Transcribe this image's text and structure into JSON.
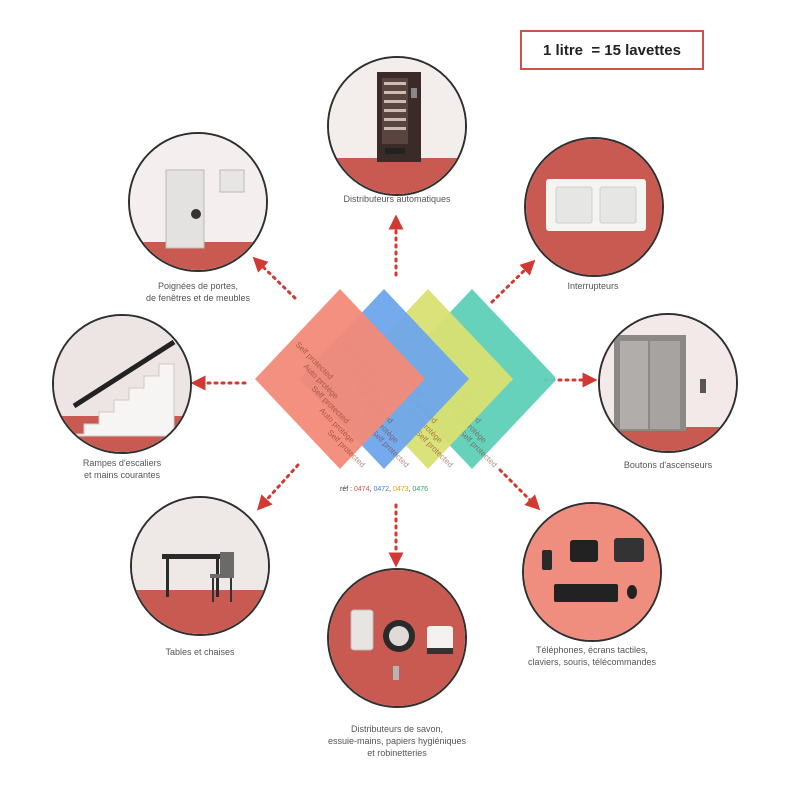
{
  "badge": {
    "text": "1 litre  = 15 lavettes"
  },
  "center": {
    "reference": {
      "prefix": "réf : ",
      "codes": [
        {
          "code": "0474",
          "color": "#e0524a"
        },
        {
          "code": "0472",
          "color": "#3d7fd9"
        },
        {
          "code": "0473",
          "color": "#e7a500"
        },
        {
          "code": "0476",
          "color": "#2fa36b"
        }
      ],
      "separator": ", "
    },
    "cloth_colors": [
      "#f28a78",
      "#6ea6ec",
      "#d9e072",
      "#5fd0b8"
    ],
    "cloth_texts": [
      "Self protected",
      "Auto protège"
    ]
  },
  "items": [
    {
      "id": "vending",
      "icon": "vending-machine-icon",
      "lines": [
        "Distributeurs automatiques"
      ]
    },
    {
      "id": "switches",
      "icon": "light-switch-icon",
      "lines": [
        "Interrupteurs"
      ]
    },
    {
      "id": "elevator",
      "icon": "elevator-icon",
      "lines": [
        "Boutons d'ascenseurs"
      ]
    },
    {
      "id": "phones",
      "icon": "telephone-keyboard-icon",
      "lines": [
        "Téléphones, écrans tactiles,",
        "claviers, souris, télécommandes"
      ]
    },
    {
      "id": "soap",
      "icon": "soap-dispenser-icon",
      "lines": [
        "Distributeurs de savon,",
        "essuie-mains, papiers hygiéniques",
        "et robinetteries"
      ]
    },
    {
      "id": "tables",
      "icon": "table-chair-icon",
      "lines": [
        "Tables et chaises"
      ]
    },
    {
      "id": "stairs",
      "icon": "staircase-handrail-icon",
      "lines": [
        "Rampes d'escaliers",
        "et mains courantes"
      ]
    },
    {
      "id": "handles",
      "icon": "door-handle-icon",
      "lines": [
        "Poignées de portes,",
        "de fenêtres et de meubles"
      ]
    }
  ],
  "colors": {
    "accent": "#c9524d",
    "arrow": "#d03a33",
    "floor": "#c95a52",
    "wall": "#f5efee"
  }
}
